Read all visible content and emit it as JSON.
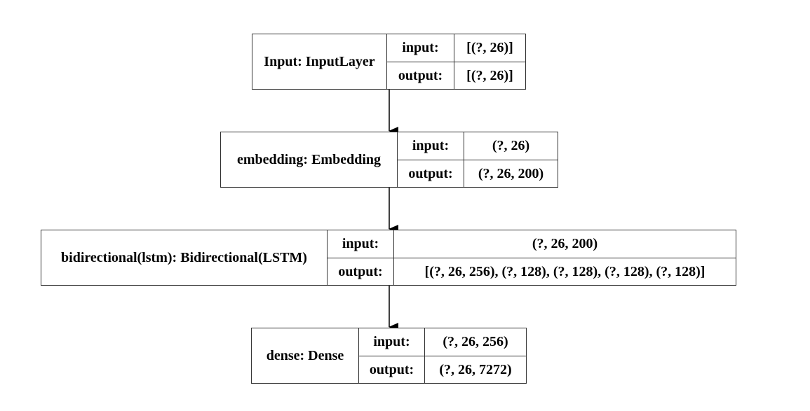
{
  "nodes": [
    {
      "name": "Input: InputLayer",
      "input_label": "input:",
      "input_value": "[(?, 26)]",
      "output_label": "output:",
      "output_value": "[(?, 26)]"
    },
    {
      "name": "embedding: Embedding",
      "input_label": "input:",
      "input_value": "(?, 26)",
      "output_label": "output:",
      "output_value": "(?, 26, 200)"
    },
    {
      "name": "bidirectional(lstm): Bidirectional(LSTM)",
      "input_label": "input:",
      "input_value": "(?, 26, 200)",
      "output_label": "output:",
      "output_value": "[(?, 26, 256), (?, 128), (?, 128), (?, 128), (?, 128)]"
    },
    {
      "name": "dense: Dense",
      "input_label": "input:",
      "input_value": "(?, 26, 256)",
      "output_label": "output:",
      "output_value": "(?, 26, 7272)"
    }
  ],
  "colors": {
    "border": "#333333",
    "text": "#000000",
    "background": "#ffffff"
  }
}
